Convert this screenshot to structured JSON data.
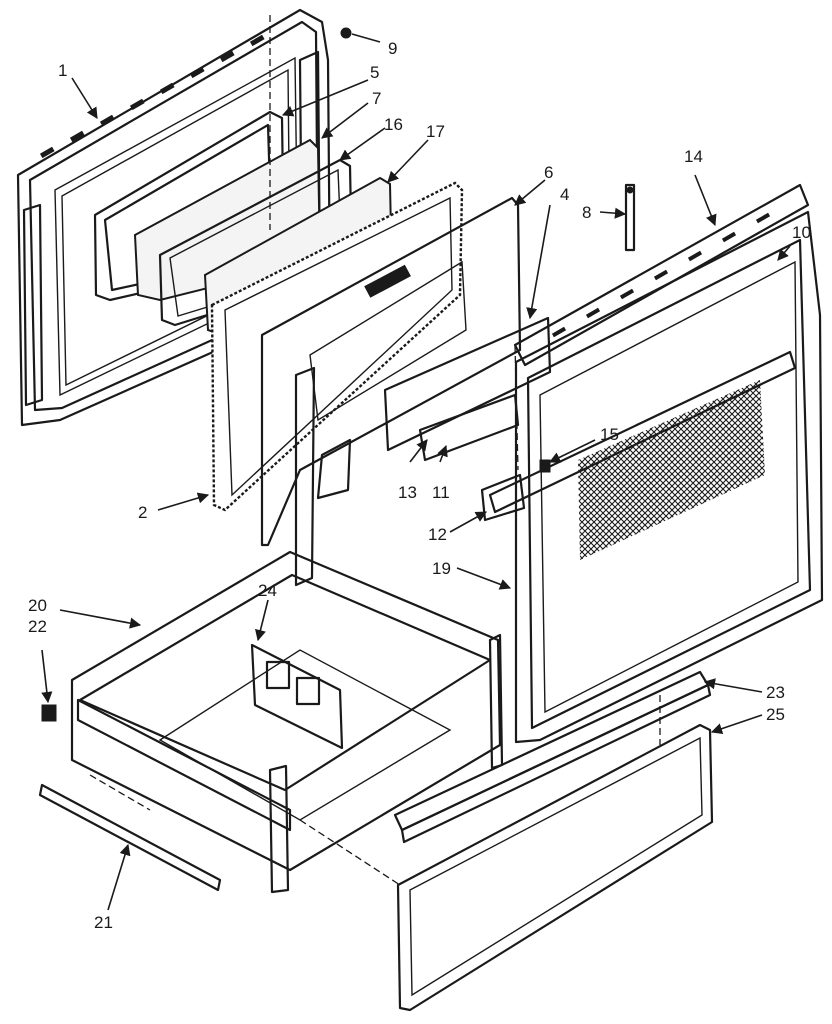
{
  "diagram": {
    "callouts": [
      "1",
      "5",
      "9",
      "7",
      "16",
      "17",
      "6",
      "4",
      "8",
      "14",
      "10",
      "15",
      "13",
      "11",
      "12",
      "19",
      "2",
      "20",
      "22",
      "24",
      "23",
      "25",
      "21"
    ]
  }
}
